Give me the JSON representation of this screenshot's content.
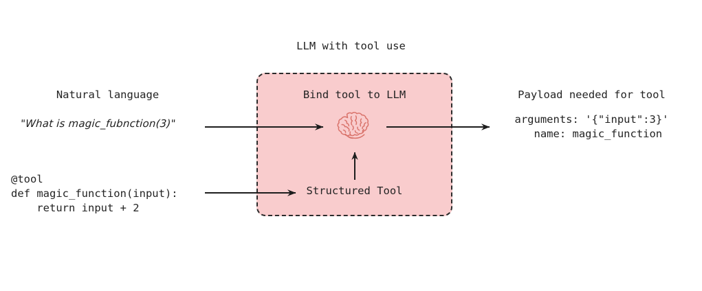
{
  "diagram": {
    "title": "LLM with tool use",
    "background_color": "#ffffff",
    "text_color": "#232323"
  },
  "left_column": {
    "natural_language_title": "Natural language",
    "user_query": "\"What is magic_fubnction(3)\"",
    "tool_code": "@tool\ndef magic_function(input):\n    return input + 2"
  },
  "llm_box": {
    "bind_tool_title": "Bind tool to LLM",
    "structured_tool_label": "Structured Tool",
    "fill_color": "#f9cccd",
    "border_color": "#2b2b2b",
    "brain_icon_color": "#d9736b",
    "icon_name": "brain-icon"
  },
  "right_column": {
    "payload_title": "Payload needed for tool",
    "payload_body": "arguments: '{\"input\":3}'\n  name: magic_function"
  },
  "arrows": [
    {
      "name": "arrow-query-to-llm",
      "from": "user-query",
      "to": "brain-icon"
    },
    {
      "name": "arrow-llm-to-payload",
      "from": "brain-icon",
      "to": "payload"
    },
    {
      "name": "arrow-tool-to-structured-tool",
      "from": "tool-code",
      "to": "structured-tool"
    },
    {
      "name": "arrow-structured-tool-to-brain",
      "from": "structured-tool",
      "to": "brain-icon"
    }
  ]
}
